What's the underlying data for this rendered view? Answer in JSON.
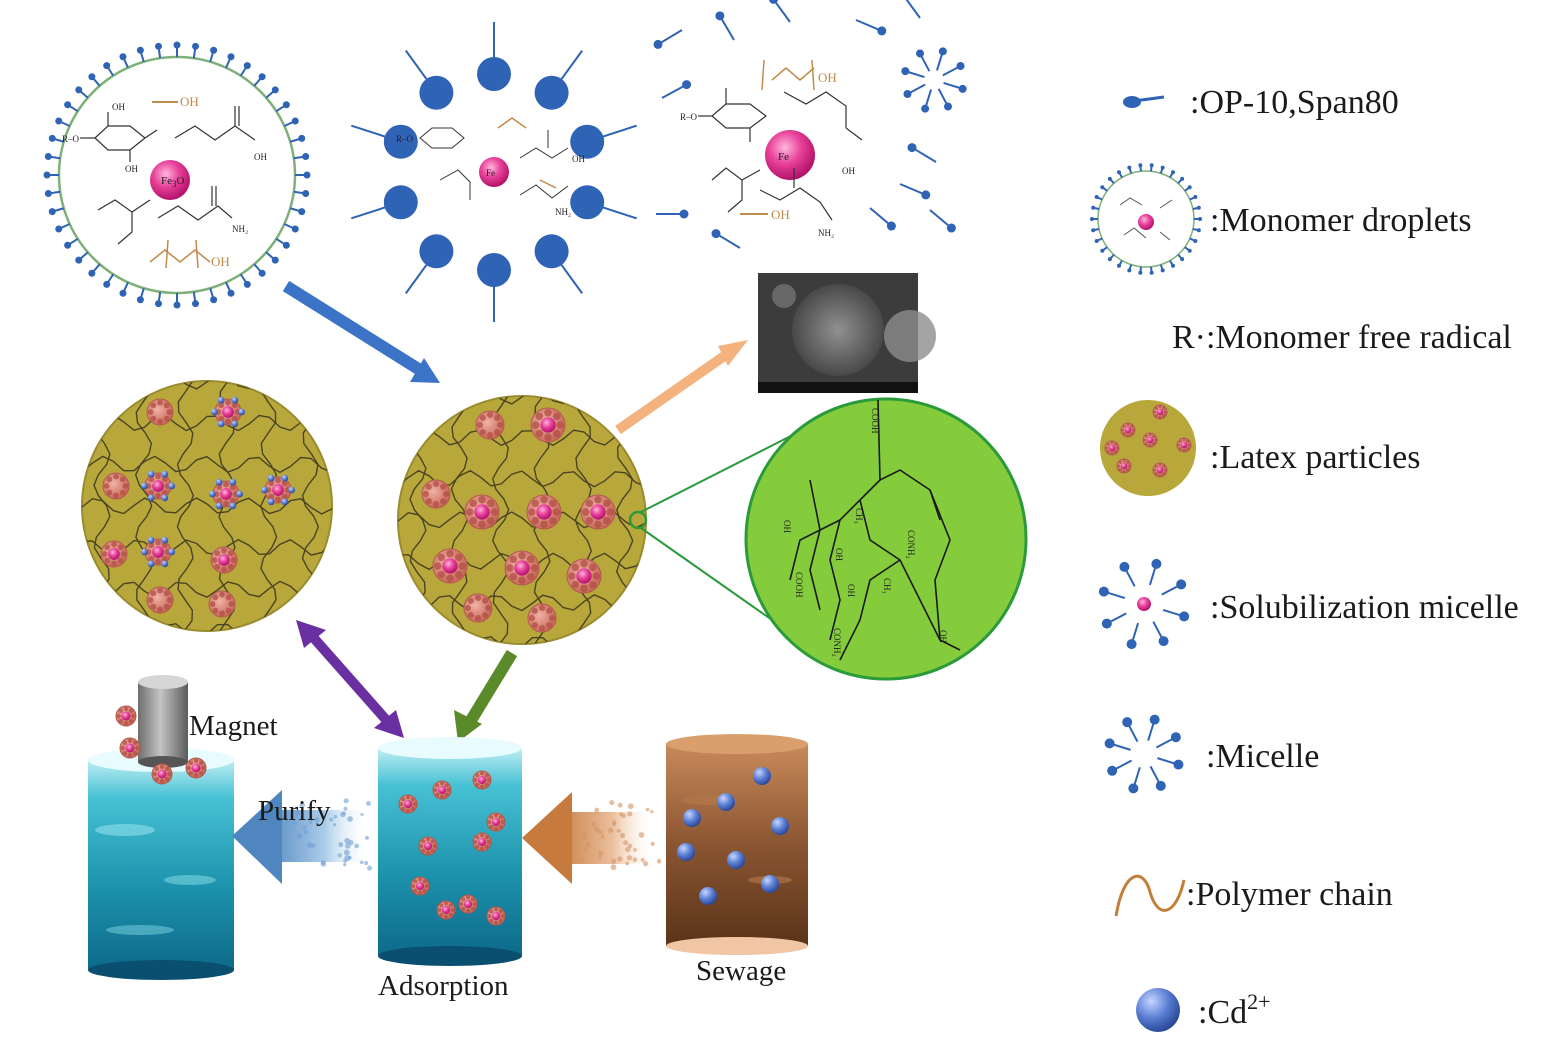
{
  "legend": {
    "surfactant": ":OP-10,Span80",
    "droplets": ":Monomer droplets",
    "radical": "R·:Monomer free radical",
    "latex": ":Latex particles",
    "solubilization": ":Solubilization micelle",
    "micelle": ":Micelle",
    "polymer": ":Polymer chain",
    "cd_base": ":Cd",
    "cd_charge": "2+"
  },
  "vessels": {
    "magnet": "Magnet",
    "purify": "Purify",
    "adsorption": "Adsorption",
    "sewage": "Sewage"
  },
  "chem": {
    "fe3o4": "Fe",
    "fe3o4_sub": "3",
    "fe3o4_o": "O",
    "fe3o4_osub": "4",
    "oh": "OH",
    "nh2": "NH₂",
    "r_group": "R–O",
    "cooh": "COOH",
    "conh2": "CONH₂",
    "ch3": "CH₃"
  },
  "colors": {
    "surfactant": "#2f63b5",
    "latex_fill": "#b8a83c",
    "fe_core": "#e0318a",
    "cd_ion": "#5a7fd0",
    "arrow_blue": "#3b74c6",
    "arrow_peach": "#f4b37e",
    "arrow_purple": "#6a2fa0",
    "arrow_green": "#5a8a2a",
    "zoom_green": "#84cc3c",
    "polymer_chain": "#c0803a"
  }
}
